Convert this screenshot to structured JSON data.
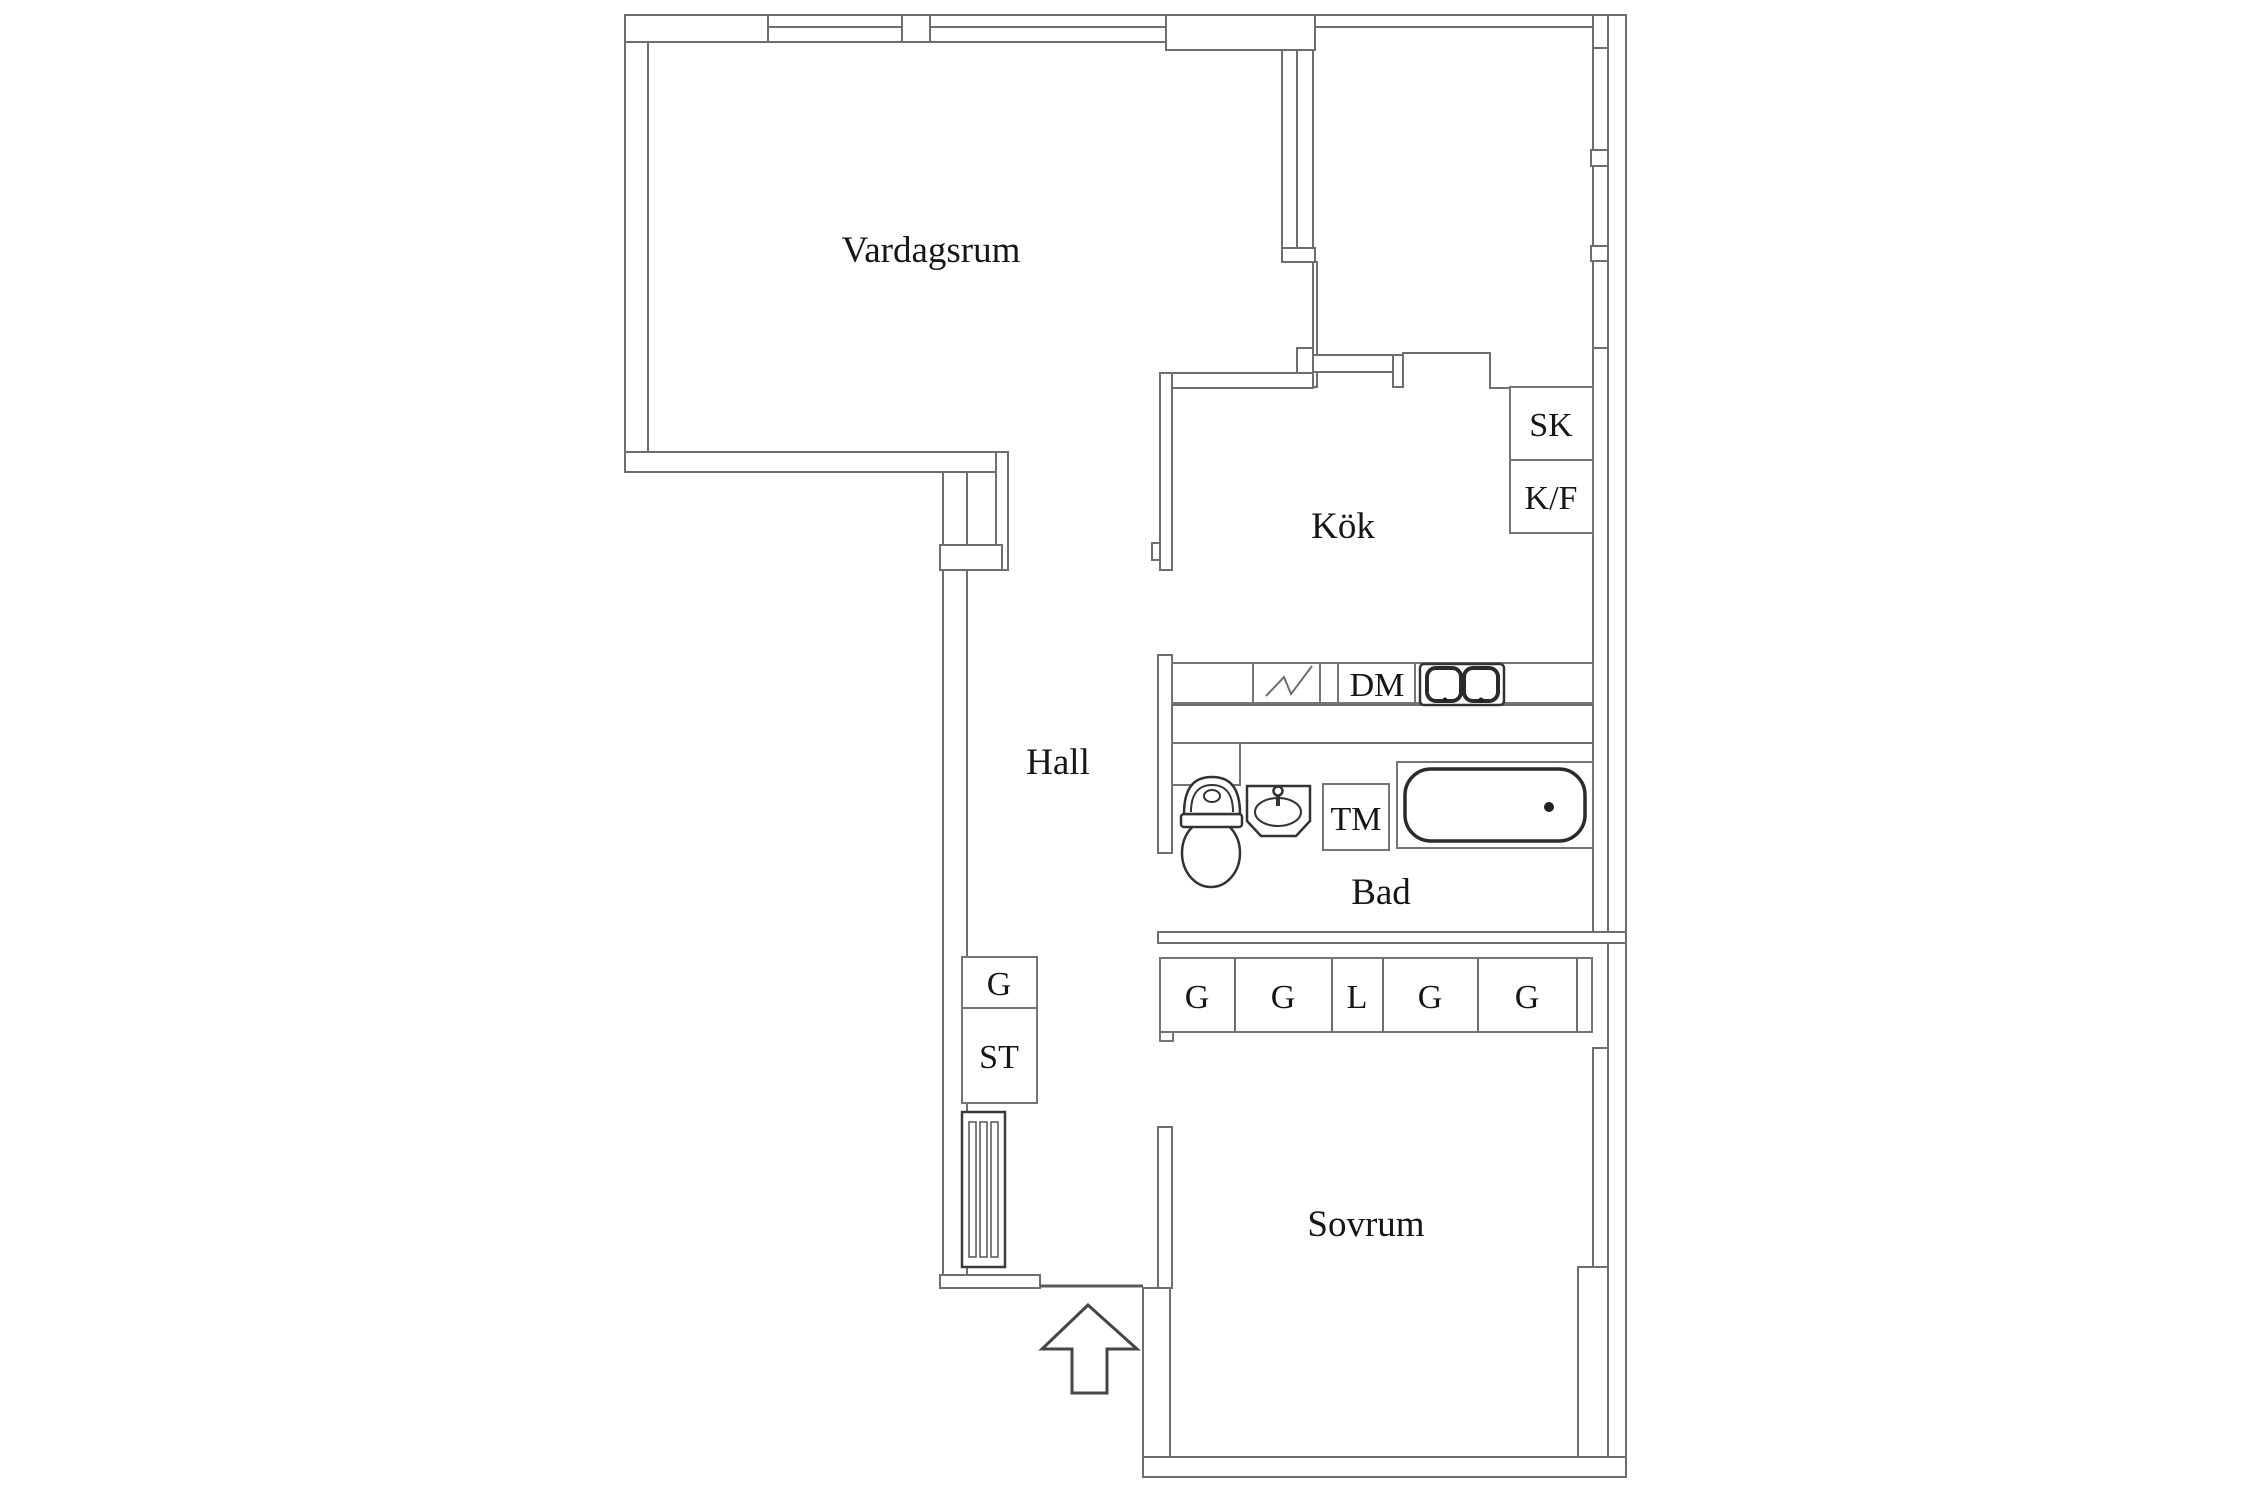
{
  "figure": {
    "kind": "apartment floor plan",
    "language": "Swedish"
  },
  "rooms": {
    "living_room": "Vardagsrum",
    "kitchen": "Kök",
    "hall": "Hall",
    "bathroom": "Bad",
    "bedroom": "Sovrum"
  },
  "storage": {
    "sk": "SK",
    "kf": "K/F",
    "hall_wardrobe": "G",
    "hall_closet": "ST",
    "bedroom_row": [
      "G",
      "G",
      "L",
      "G",
      "G"
    ]
  },
  "appliances": {
    "dishwasher": "DM",
    "washing_machine": "TM"
  },
  "fixtures": [
    "toilet",
    "washbasin",
    "bathtub",
    "kitchen-double-sink",
    "stove",
    "radiator",
    "entry-arrow"
  ],
  "colors": {
    "background": "#ffffff",
    "wall_line": "#6e6e6e",
    "fixture_line": "#333333",
    "text": "#161616"
  }
}
